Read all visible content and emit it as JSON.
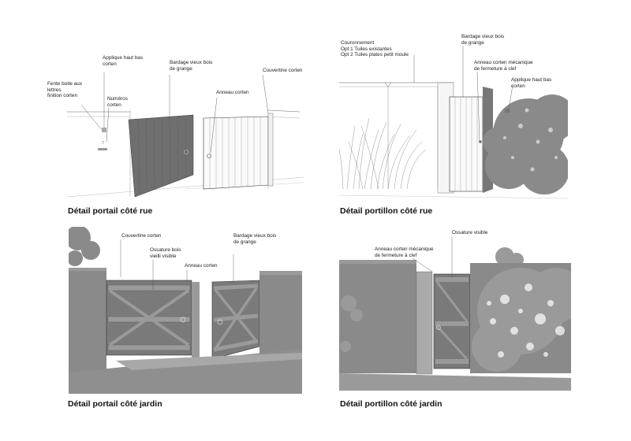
{
  "panels": [
    {
      "caption": "Détail portail côté rue",
      "labels": {
        "fente": "Fente boite aux\nlettres\nfinition corten",
        "applique": "Applique haut bas\ncorten",
        "numeros": "Numéros\ncorten",
        "bardage": "Bardage vieux bois\nde grange",
        "anneau": "Anneau corten",
        "couvertine": "Couvertine corten"
      }
    },
    {
      "caption": "Détail portillon côté rue",
      "labels": {
        "couronnement": "Couronnement\nOpt 1 Tuiles existantes\nOpt 2 Tuiles plates petit moule",
        "bardage": "Bardage vieux bois\nde grange",
        "anneau": "Anneau corten mécanique\nde fermeture à clef",
        "applique": "Applique haut bas\ncorten"
      }
    },
    {
      "caption": "Détail portail côté jardin",
      "labels": {
        "couvertine": "Couvertine corten",
        "ossature": "Ossature bois\nvieilli visible",
        "anneau": "Anneau corten",
        "bardage": "Bardage vieux bois\nde grange"
      }
    },
    {
      "caption": "Détail portillon côté jardin",
      "labels": {
        "ossature": "Ossature visible",
        "anneau": "Anneau corten mécanique\nde fermeture à clef"
      }
    }
  ],
  "colors": {
    "wall_gray": "#8a8a8a",
    "gate_dark": "#6f6f6f",
    "ground": "#9a9a9a",
    "line": "#444444"
  }
}
